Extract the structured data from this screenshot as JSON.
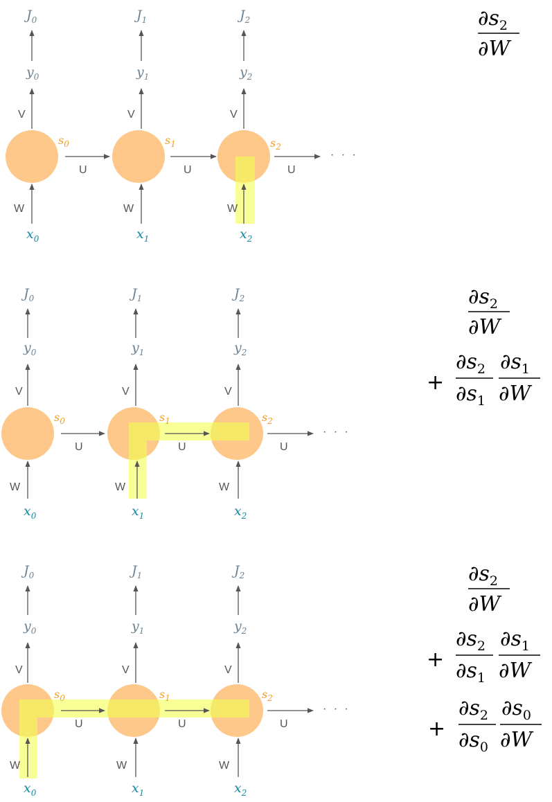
{
  "colors": {
    "node_fill": "#fdc88a",
    "highlight": "#f2ff50",
    "arrow": "#555555",
    "output_label": "#6e8392",
    "input_label": "#1b8aa0",
    "state_label": "#f0a030"
  },
  "weight_labels": {
    "V": "V",
    "U": "U",
    "W": "W"
  },
  "ellipsis": "· · ·",
  "panels": [
    {
      "nodes": [
        {
          "J": "J",
          "J_sub": "0",
          "y": "y",
          "y_sub": "0",
          "s": "s",
          "s_sub": "0",
          "x": "x",
          "x_sub": "0"
        },
        {
          "J": "J",
          "J_sub": "1",
          "y": "y",
          "y_sub": "1",
          "s": "s",
          "s_sub": "1",
          "x": "x",
          "x_sub": "1"
        },
        {
          "J": "J",
          "J_sub": "2",
          "y": "y",
          "y_sub": "2",
          "s": "s",
          "s_sub": "2",
          "x": "x",
          "x_sub": "2"
        }
      ],
      "highlight_path": "x2 → s2",
      "formula": [
        {
          "plus": "",
          "num": "∂s",
          "num_sub": "2",
          "den": "∂W"
        }
      ]
    },
    {
      "nodes": [
        {
          "J": "J",
          "J_sub": "0",
          "y": "y",
          "y_sub": "0",
          "s": "s",
          "s_sub": "0",
          "x": "x",
          "x_sub": "0"
        },
        {
          "J": "J",
          "J_sub": "1",
          "y": "y",
          "y_sub": "1",
          "s": "s",
          "s_sub": "1",
          "x": "x",
          "x_sub": "1"
        },
        {
          "J": "J",
          "J_sub": "2",
          "y": "y",
          "y_sub": "2",
          "s": "s",
          "s_sub": "2",
          "x": "x",
          "x_sub": "2"
        }
      ],
      "highlight_path": "x1 → s1 → s2",
      "formula": [
        {
          "plus": "",
          "num": "∂s",
          "num_sub": "2",
          "den": "∂W"
        },
        {
          "plus": "+",
          "f1_num": "∂s",
          "f1_num_sub": "2",
          "f1_den": "∂s",
          "f1_den_sub": "1",
          "f2_num": "∂s",
          "f2_num_sub": "1",
          "f2_den": "∂W"
        }
      ]
    },
    {
      "nodes": [
        {
          "J": "J",
          "J_sub": "0",
          "y": "y",
          "y_sub": "0",
          "s": "s",
          "s_sub": "0",
          "x": "x",
          "x_sub": "0"
        },
        {
          "J": "J",
          "J_sub": "1",
          "y": "y",
          "y_sub": "1",
          "s": "s",
          "s_sub": "1",
          "x": "x",
          "x_sub": "1"
        },
        {
          "J": "J",
          "J_sub": "2",
          "y": "y",
          "y_sub": "2",
          "s": "s",
          "s_sub": "2",
          "x": "x",
          "x_sub": "2"
        }
      ],
      "highlight_path": "x0 → s0 → s1 → s2",
      "formula": [
        {
          "plus": "",
          "num": "∂s",
          "num_sub": "2",
          "den": "∂W"
        },
        {
          "plus": "+",
          "f1_num": "∂s",
          "f1_num_sub": "2",
          "f1_den": "∂s",
          "f1_den_sub": "1",
          "f2_num": "∂s",
          "f2_num_sub": "1",
          "f2_den": "∂W"
        },
        {
          "plus": "+",
          "f1_num": "∂s",
          "f1_num_sub": "2",
          "f1_den": "∂s",
          "f1_den_sub": "0",
          "f2_num": "∂s",
          "f2_num_sub": "0",
          "f2_den": "∂W"
        }
      ]
    }
  ]
}
